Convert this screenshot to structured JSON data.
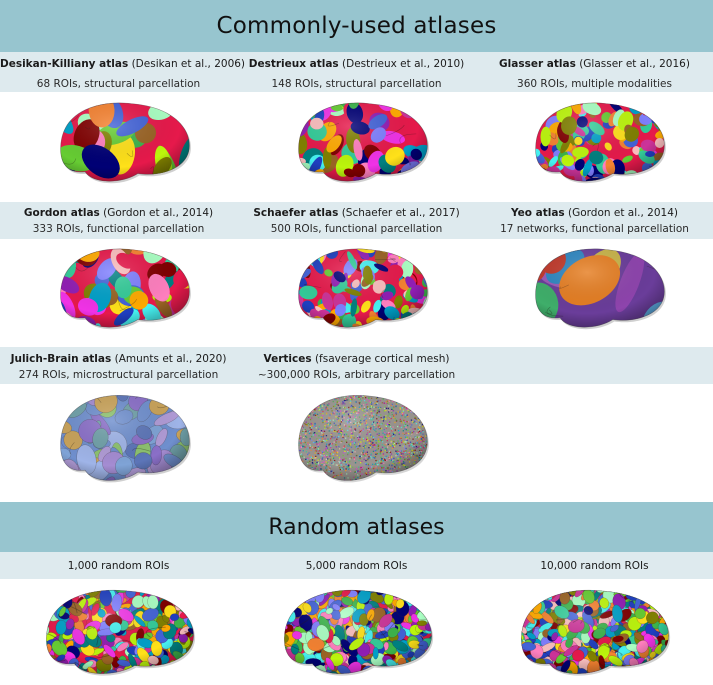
{
  "header": {
    "title": "Commonly-used atlases"
  },
  "atlases": [
    {
      "name": "Desikan-Killiany atlas",
      "citation": "(Desikan et al., 2006)",
      "desc": "68 ROIs, structural parcellation"
    },
    {
      "name": "Destrieux atlas",
      "citation": "(Destrieux et al., 2010)",
      "desc": "148 ROIs, structural parcellation"
    },
    {
      "name": "Glasser atlas",
      "citation": "(Glasser et al., 2016)",
      "desc": "360 ROIs, multiple modalities"
    },
    {
      "name": "Gordon atlas",
      "citation": "(Gordon et al., 2014)",
      "desc": "333 ROIs, functional parcellation"
    },
    {
      "name": "Schaefer atlas",
      "citation": "(Schaefer et al., 2017)",
      "desc": "500 ROIs, functional parcellation"
    },
    {
      "name": "Yeo atlas",
      "citation": "(Gordon et al., 2014)",
      "desc": "17 networks, functional parcellation"
    },
    {
      "name": "Julich-Brain atlas",
      "citation": "(Amunts et al., 2020)",
      "desc": "274 ROIs, microstructural parcellation"
    },
    {
      "name": "Vertices",
      "citation": "(fsaverage cortical mesh)",
      "desc": "~300,000 ROIs, arbitrary parcellation"
    }
  ],
  "random": {
    "title": "Random atlases",
    "items": [
      "1,000 random ROIs",
      "5,000 random ROIs",
      "10,000 random ROIs"
    ]
  }
}
